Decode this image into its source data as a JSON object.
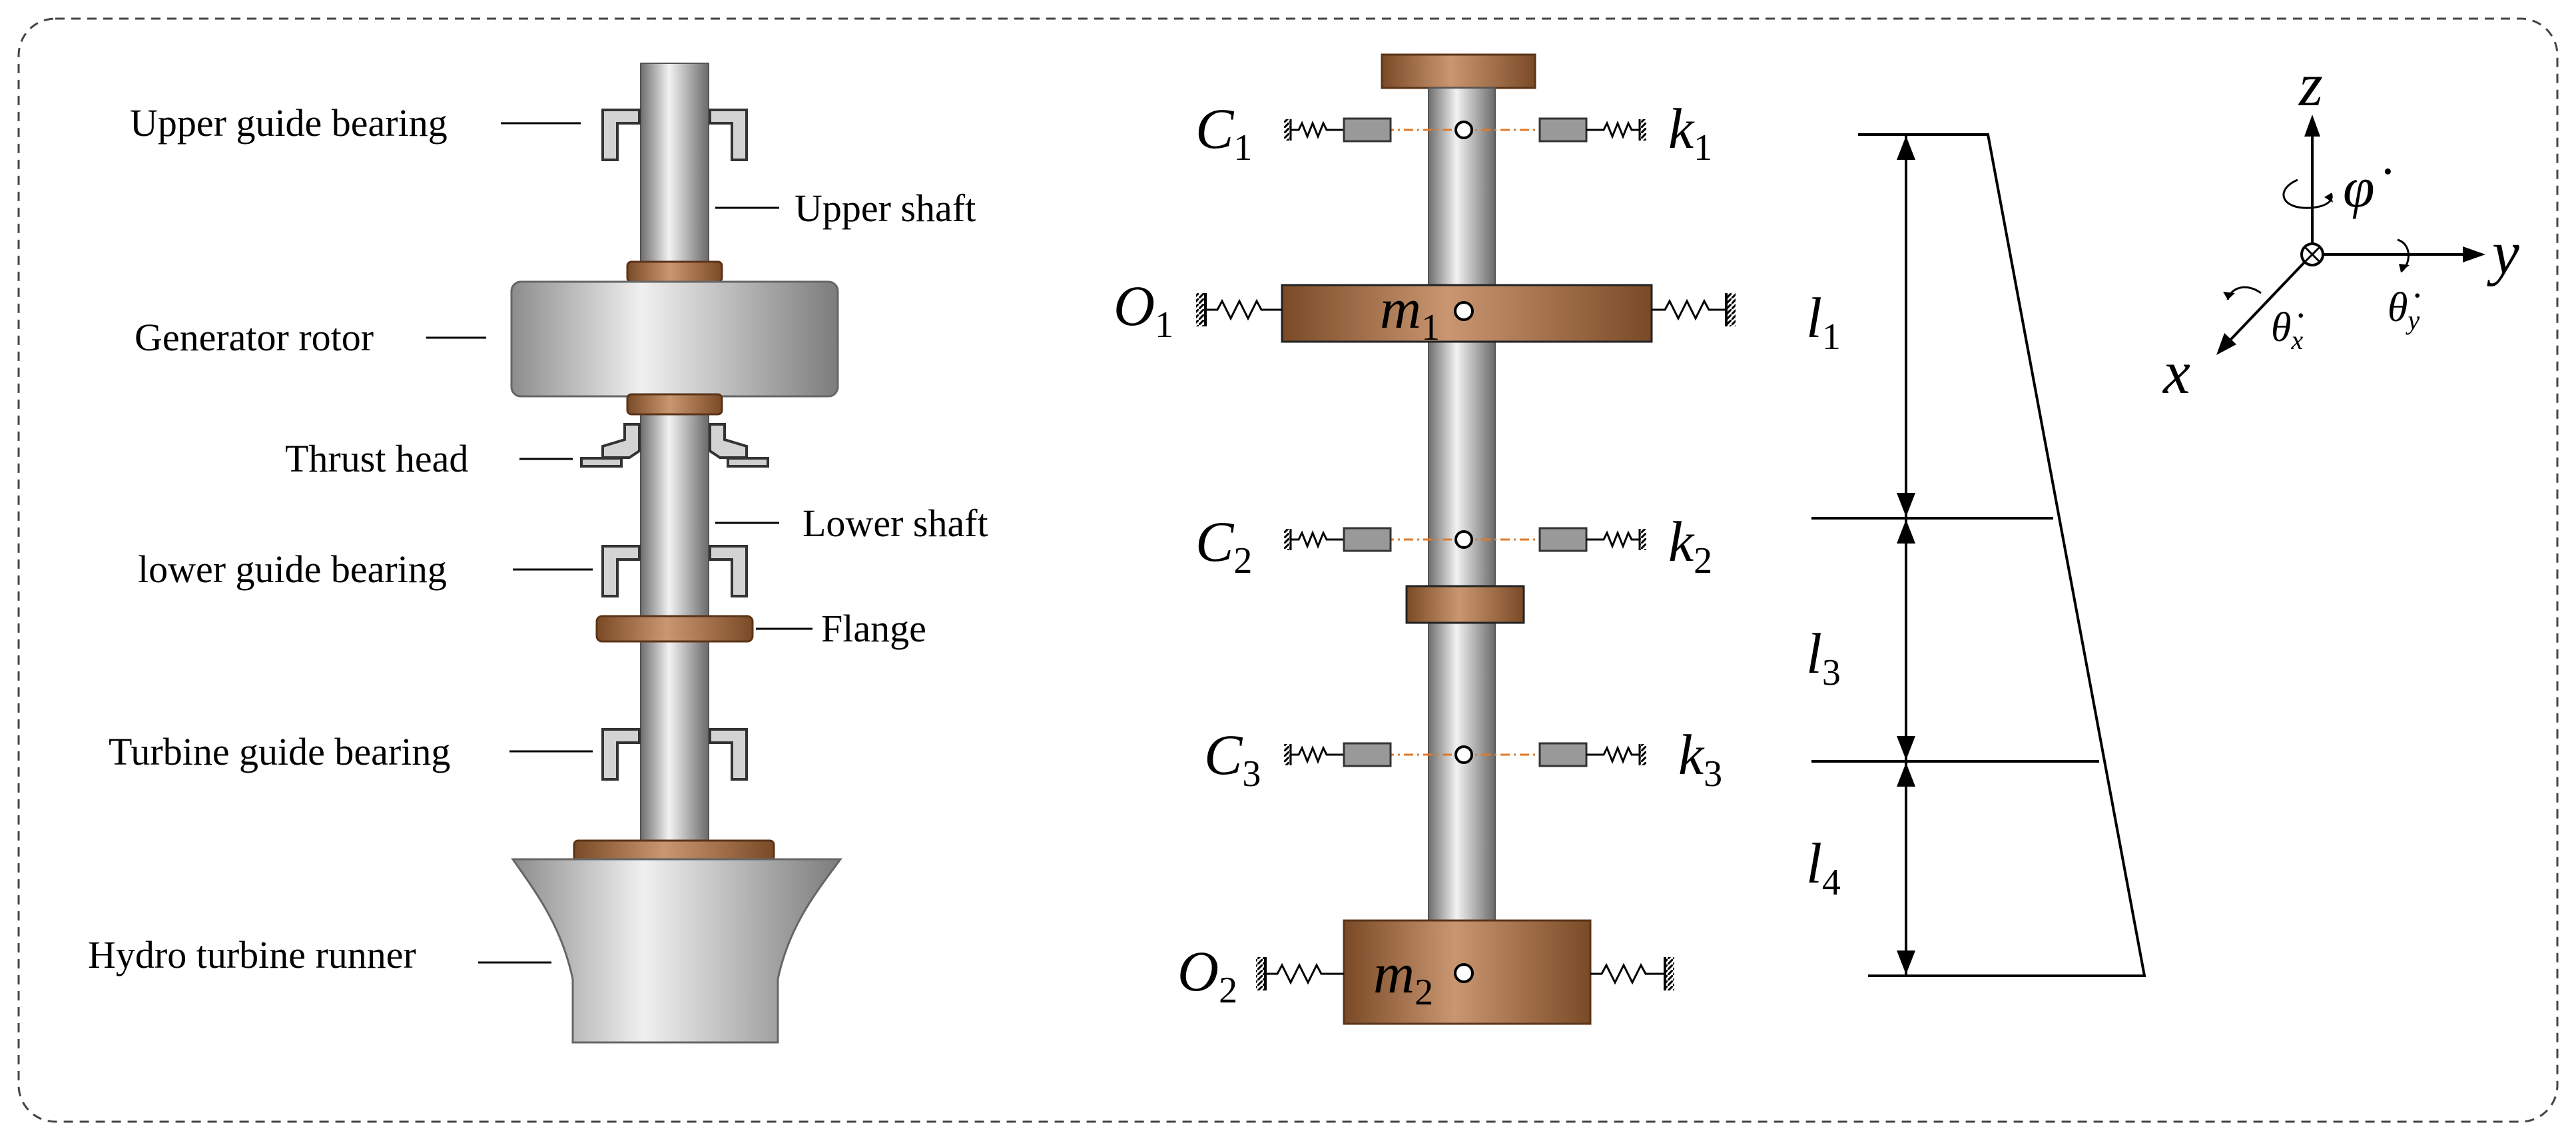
{
  "colors": {
    "frame": "#555555",
    "shaft_dark": "#6e6e6e",
    "shaft_light": "#eeeeee",
    "copper_dark": "#7a4a26",
    "copper_light": "#c9966e",
    "bearing": "#cfcfcf",
    "damper": "#999999",
    "centerline": "#e07a2a"
  },
  "labels": {
    "upper_guide_bearing": "Upper guide bearing",
    "upper_shaft": "Upper shaft",
    "generator_rotor": "Generator rotor",
    "thrust_head": "Thrust head",
    "lower_shaft": "Lower  shaft",
    "lower_guide_bearing": "lower guide bearing",
    "flange": "Flange",
    "turbine_guide_bearing": "Turbine guide bearing",
    "hydro_turbine_runner": "Hydro turbine runner"
  },
  "model": {
    "c1": {
      "base": "C",
      "sub": "1"
    },
    "c2": {
      "base": "C",
      "sub": "2"
    },
    "c3": {
      "base": "C",
      "sub": "3"
    },
    "k1": {
      "base": "k",
      "sub": "1"
    },
    "k2": {
      "base": "k",
      "sub": "2"
    },
    "k3": {
      "base": "k",
      "sub": "3"
    },
    "o1": {
      "base": "O",
      "sub": "1"
    },
    "o2": {
      "base": "O",
      "sub": "2"
    },
    "m1": {
      "base": "m",
      "sub": "1"
    },
    "m2": {
      "base": "m",
      "sub": "2"
    }
  },
  "lengths": {
    "l1": {
      "base": "l",
      "sub": "1"
    },
    "l3": {
      "base": "l",
      "sub": "3"
    },
    "l4": {
      "base": "l",
      "sub": "4"
    }
  },
  "axes": {
    "z": "z",
    "y": "y",
    "x": "x",
    "phi_dot": "φ̇",
    "theta_x": {
      "base": "θ̇",
      "sub": "x"
    },
    "theta_y": {
      "base": "θ̇",
      "sub": "y"
    }
  }
}
